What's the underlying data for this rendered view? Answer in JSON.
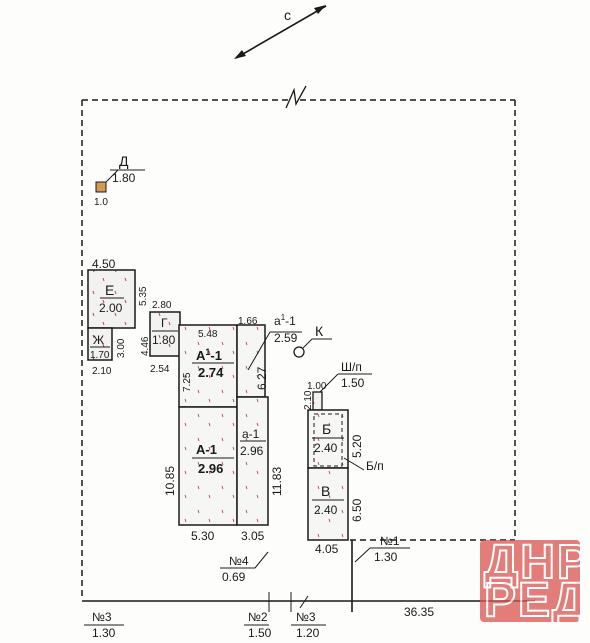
{
  "compass": {
    "label": "с"
  },
  "outbuildings": {
    "D": {
      "name": "Д",
      "height": "1.80",
      "side": "1.0"
    },
    "E": {
      "name": "Е",
      "height": "2.00",
      "top_dim": "4.50",
      "side_dim": "5.35"
    },
    "Zh": {
      "name": "Ж",
      "height": "1.70",
      "side_dim": "3.00",
      "bottom_dim": "2.10"
    },
    "G": {
      "name": "Г",
      "height": "1.80",
      "top_dim": "2.80",
      "side_dim": "4.46",
      "bottom_dim": "2.54"
    }
  },
  "main_house": {
    "A1_prime": {
      "name": "А",
      "sup": "1",
      "suffix": "-1",
      "height": "2.74",
      "top_dim": "5.48",
      "side_dim": "7.25"
    },
    "A1": {
      "name": "А-1",
      "height": "2.96",
      "side_dim": "10.85",
      "bottom_dim": "5.30"
    },
    "a1": {
      "name": "а-1",
      "height": "2.96",
      "side_dim": "11.83",
      "bottom_dim": "3.05"
    },
    "a1_prime": {
      "name": "а",
      "sup": "1",
      "suffix": "-1",
      "height": "2.59",
      "top_dim": "1.66",
      "side_dim": "6.27"
    }
  },
  "well": {
    "name": "К"
  },
  "right_block": {
    "Shp": {
      "name": "Ш/п",
      "height": "1.50",
      "top_dim": "1.00",
      "side_dim": "2.10"
    },
    "B_soft": {
      "name": "Б",
      "height": "2.40",
      "side_dim": "5.20"
    },
    "Bp": {
      "name": "Б/п"
    },
    "V": {
      "name": "В",
      "height": "2.40",
      "side_dim": "6.50",
      "bottom_dim": "4.05"
    }
  },
  "fence_labels": {
    "n1": {
      "name": "№1",
      "value": "1.30"
    },
    "n2": {
      "name": "№2",
      "value": "1.50"
    },
    "n3_left": {
      "name": "№3",
      "value": "1.30"
    },
    "n3_mid": {
      "name": "№3",
      "value": "1.20"
    },
    "n4": {
      "name": "№4",
      "value": "0.69"
    },
    "length": "36.35"
  },
  "watermark": {
    "line1": "ДНР",
    "line2": "РЕД",
    "color": "#d9534f"
  }
}
